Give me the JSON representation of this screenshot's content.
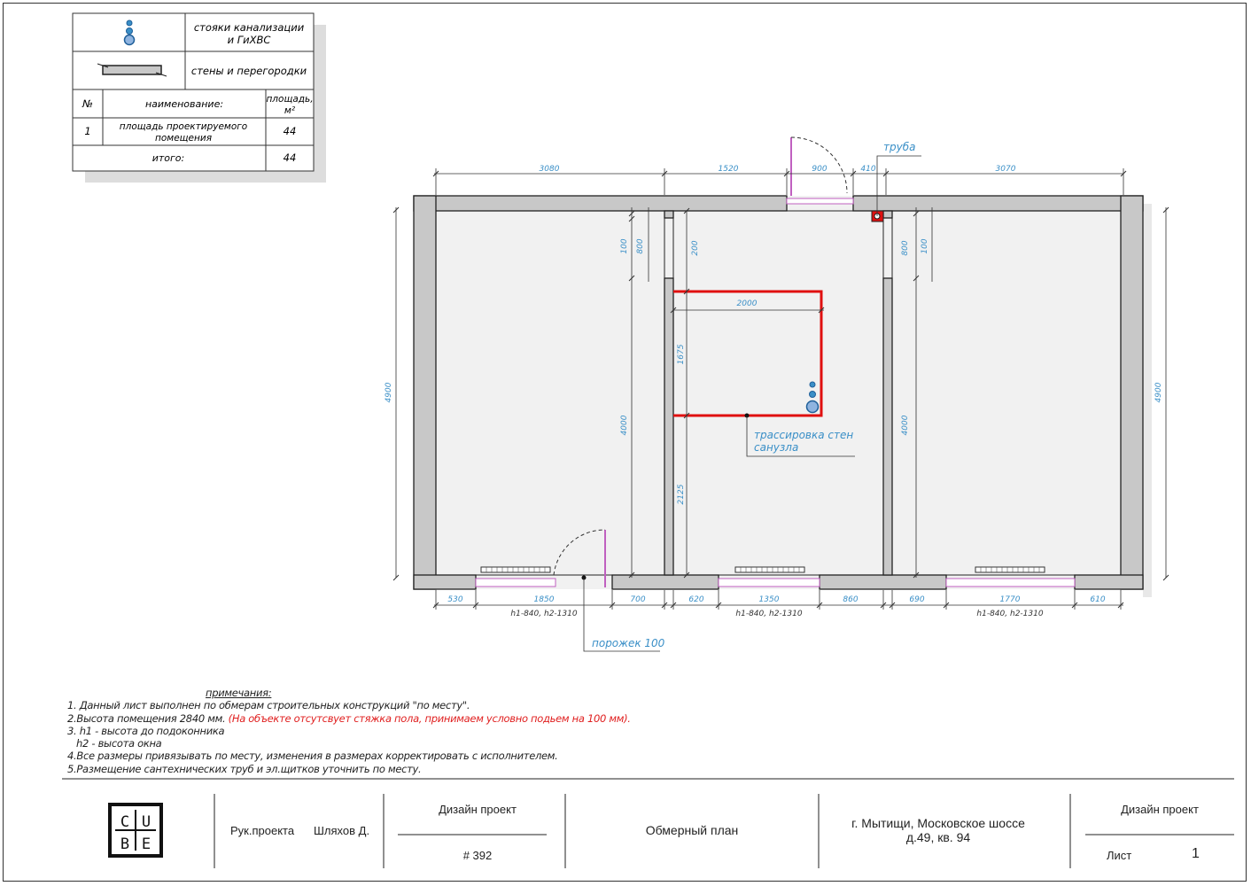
{
  "legend": {
    "risers_label_1": "стояки канализации",
    "risers_label_2": "и ГиХВС",
    "walls_label": "стены и перегородки",
    "table_headers": {
      "num": "№",
      "name": "наименование:",
      "area_1": "площадь,",
      "area_2": "м²"
    },
    "row1": {
      "num": "1",
      "name_1": "площадь проектируемого",
      "name_2": "помещения",
      "area": "44"
    },
    "total": {
      "label": "итого:",
      "area": "44"
    }
  },
  "plan": {
    "pipe_label": "труба",
    "bath_label_1": "трассировка стен",
    "bath_label_2": "санузла",
    "threshold_label": "порожек 100",
    "dims_top": [
      "3080",
      "1520",
      "900",
      "410",
      "3070"
    ],
    "dims_bottom": [
      "530",
      "1850",
      "700",
      "620",
      "1350",
      "860",
      "690",
      "1770",
      "610"
    ],
    "window_heights": "h1-840, h2-1310",
    "dims_left": "4900",
    "dims_right": "4900",
    "dims_inner": [
      "100",
      "800",
      "4000",
      "200",
      "1675",
      "2125",
      "2000",
      "800",
      "100",
      "4000"
    ]
  },
  "notes": {
    "header": "примечания:",
    "n1": "1. Данный лист выполнен по обмерам строительных конструкций \"по месту\".",
    "n2a": "2.Высота помещения 2840 мм.",
    "n2b": "(На объекте отсутсвует стяжка пола, принимаем условно подьем на 100 мм).",
    "n3": "3. h1 - высота до подоконника",
    "n3b": "h2 - высота окна",
    "n4": "4.Все размеры привязывать по месту, изменения в размерах корректировать с исполнителем.",
    "n5": "5.Размещение сантехнических труб и эл.щитков уточнить по месту."
  },
  "title_block": {
    "logo": [
      "C",
      "U",
      "B",
      "E"
    ],
    "lead_label": "Рук.проекта",
    "lead_name": "Шляхов Д.",
    "design_1": "Дизайн проект",
    "project_no": "# 392",
    "sheet_title": "Обмерный план",
    "address_1": "г. Мытищи, Московское шоссе",
    "address_2": "д.49, кв. 94",
    "design_2": "Дизайн проект",
    "sheet_label": "Лист",
    "sheet_no": "1"
  },
  "colors": {
    "wall": "#c8c8c8",
    "bath": "#e01010",
    "dim": "#3a8fc7",
    "window": "#c060c0"
  }
}
